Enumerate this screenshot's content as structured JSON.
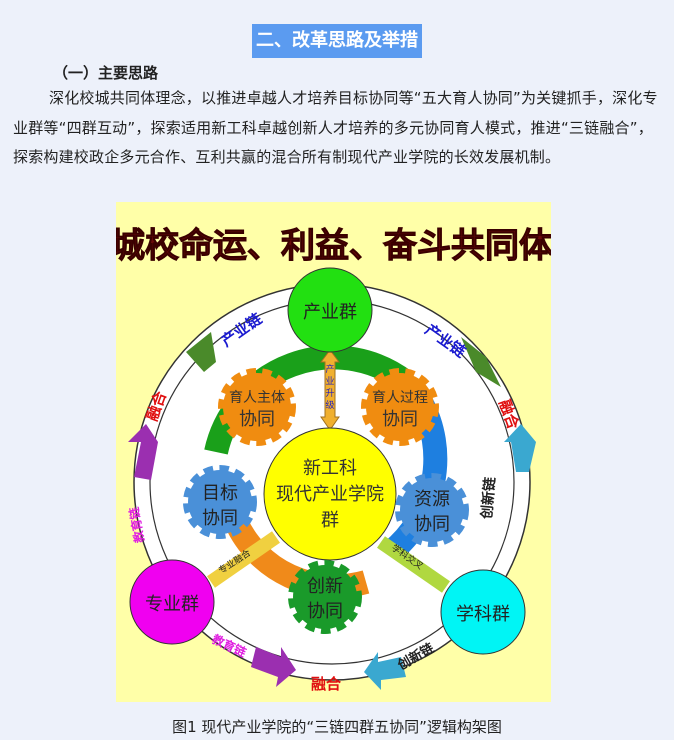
{
  "section_title": "二、改革思路及举措",
  "subsection_title": "（一）主要思路",
  "paragraph": "深化校城共同体理念，以推进卓越人才培养目标协同等“五大育人协同”为关键抓手，深化专业群等“四群互动”，探索适用新工科卓越创新人才培养的多元协同育人模式，推进“三链融合”，探索构建校政企多元合作、互利共赢的混合所有制现代产业学院的长效发展机制。",
  "figure": {
    "title": "城校命运、利益、奋斗共同体",
    "groups": {
      "industry": "产业群",
      "major": "专业群",
      "discipline": "学科群"
    },
    "center": [
      "新工科",
      "现代产业学院",
      "群"
    ],
    "gears": {
      "subject": [
        "育人主体",
        "协同"
      ],
      "process": [
        "育人过程",
        "协同"
      ],
      "goal": [
        "目标",
        "协同"
      ],
      "resource": [
        "资源",
        "协同"
      ],
      "innovation": [
        "创新",
        "协同"
      ]
    },
    "chains": {
      "industry": "产业链",
      "education": "教育链",
      "innovation": "创新链",
      "fusion": "融合"
    },
    "links": {
      "upgrade": [
        "产",
        "业",
        "升",
        "级"
      ],
      "major_fusion": "专业融合",
      "cross": "学科交叉"
    },
    "colors": {
      "background": "#ffffa8",
      "industry": "#22e011",
      "major": "#f000f0",
      "discipline": "#00f5f5",
      "center": "#ffff00"
    }
  },
  "caption": "图1 现代产业学院的“三链四群五协同”逻辑构架图"
}
